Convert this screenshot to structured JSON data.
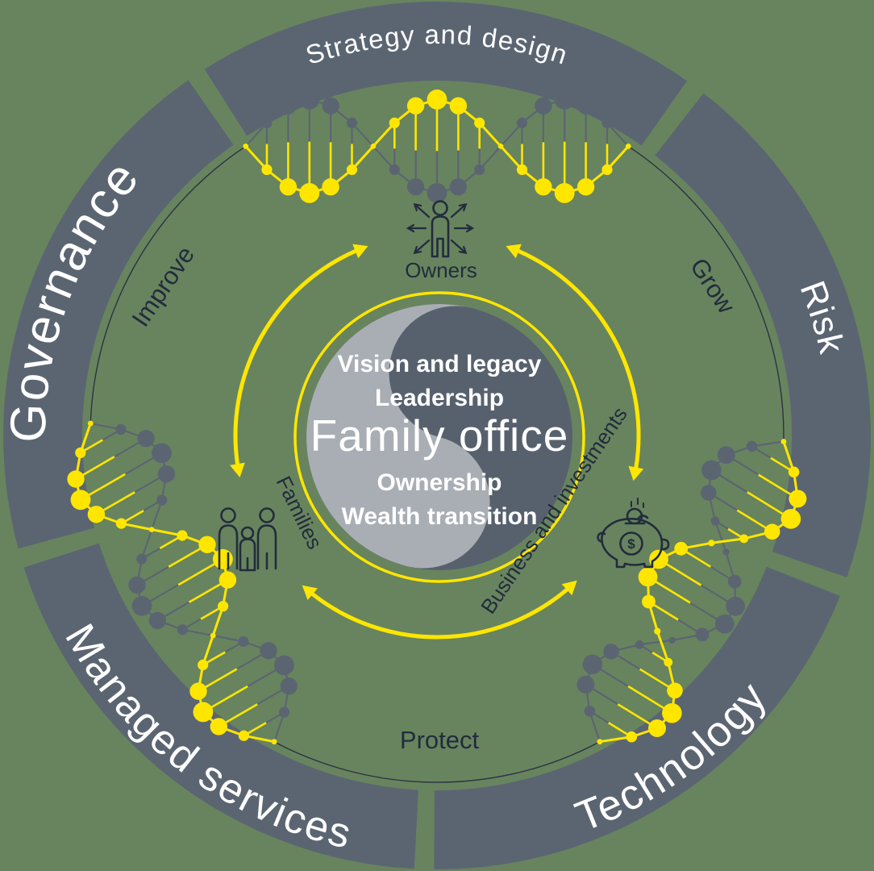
{
  "colors": {
    "background": "#68845e",
    "ring": "#5b6572",
    "navy": "#222c3d",
    "yellow": "#ffe600",
    "yin_light": "#a9aeb4",
    "yin_dark": "#57616e",
    "white": "#ffffff",
    "inner_line": "#2a3344"
  },
  "outer_ring": {
    "segments": [
      {
        "id": "strategy",
        "label": "Strategy and design"
      },
      {
        "id": "risk",
        "label": "Risk"
      },
      {
        "id": "technology",
        "label": "Technology"
      },
      {
        "id": "managed",
        "label": "Managed services"
      },
      {
        "id": "governance",
        "label": "Governance"
      }
    ]
  },
  "phases": [
    {
      "label": "Improve"
    },
    {
      "label": "Grow"
    },
    {
      "label": "Protect"
    }
  ],
  "nodes": [
    {
      "label": "Owners",
      "icon": "person-radiating-arrows-icon"
    },
    {
      "label": "Families",
      "icon": "family-group-icon"
    },
    {
      "label": "Business and investments",
      "icon": "piggy-bank-icon"
    }
  ],
  "center": {
    "top_lines": [
      "Vision and legacy",
      "Leadership"
    ],
    "title": "Family office",
    "bottom_lines": [
      "Ownership",
      "Wealth transition"
    ]
  },
  "piggy": {
    "currency": "$"
  }
}
